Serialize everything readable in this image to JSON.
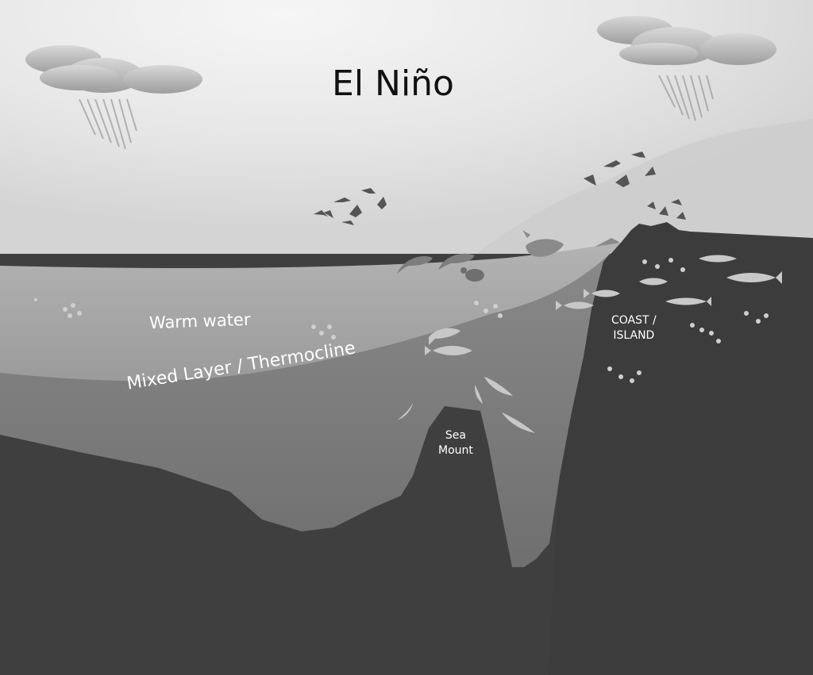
{
  "title": "El Niño",
  "labels": {
    "warm_water": "Warm water",
    "mixed_layer": "Mixed Layer / Thermocline",
    "sea_mount": [
      "Sea",
      "Mount"
    ],
    "coast_island": [
      "COAST /",
      "ISLAND"
    ]
  },
  "colors": {
    "sky_top": "#d9d9d9",
    "sky_glow": "#f4f4f4",
    "warm_layer": "#a6a6a6",
    "thermocline_layer": "#7d7d7d",
    "deep_ocean": "#3f3f3f",
    "seafloor": "#3a3a3a",
    "marine_life": "#cfcfcf",
    "birds": "#5a5a5a"
  },
  "icons": [
    "cloud-icon",
    "rain-icon",
    "bird-icon",
    "dolphin-icon",
    "whale-icon",
    "turtle-icon",
    "fish-icon",
    "shark-icon",
    "tuna-icon"
  ]
}
